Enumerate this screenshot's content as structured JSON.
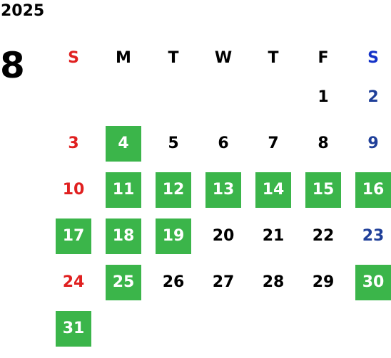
{
  "calendar": {
    "year": "2025",
    "month": "8",
    "weekdays": [
      "S",
      "M",
      "T",
      "W",
      "T",
      "F",
      "S"
    ],
    "colors": {
      "highlight": "#3bb54a",
      "sunday": "#e02020",
      "saturday": "#1f3f99",
      "saturday_header": "#1432c8",
      "weekday": "#000000"
    },
    "weeks": [
      [
        null,
        null,
        null,
        null,
        null,
        {
          "d": "1",
          "hl": false
        },
        {
          "d": "2",
          "hl": false
        }
      ],
      [
        {
          "d": "3",
          "hl": false
        },
        {
          "d": "4",
          "hl": true
        },
        {
          "d": "5",
          "hl": false
        },
        {
          "d": "6",
          "hl": false
        },
        {
          "d": "7",
          "hl": false
        },
        {
          "d": "8",
          "hl": false
        },
        {
          "d": "9",
          "hl": false
        }
      ],
      [
        {
          "d": "10",
          "hl": false
        },
        {
          "d": "11",
          "hl": true
        },
        {
          "d": "12",
          "hl": true
        },
        {
          "d": "13",
          "hl": true
        },
        {
          "d": "14",
          "hl": true
        },
        {
          "d": "15",
          "hl": true
        },
        {
          "d": "16",
          "hl": true
        }
      ],
      [
        {
          "d": "17",
          "hl": true
        },
        {
          "d": "18",
          "hl": true
        },
        {
          "d": "19",
          "hl": true
        },
        {
          "d": "20",
          "hl": false
        },
        {
          "d": "21",
          "hl": false
        },
        {
          "d": "22",
          "hl": false
        },
        {
          "d": "23",
          "hl": false
        }
      ],
      [
        {
          "d": "24",
          "hl": false
        },
        {
          "d": "25",
          "hl": true
        },
        {
          "d": "26",
          "hl": false
        },
        {
          "d": "27",
          "hl": false
        },
        {
          "d": "28",
          "hl": false
        },
        {
          "d": "29",
          "hl": false
        },
        {
          "d": "30",
          "hl": true
        }
      ],
      [
        {
          "d": "31",
          "hl": true
        },
        null,
        null,
        null,
        null,
        null,
        null
      ]
    ]
  }
}
